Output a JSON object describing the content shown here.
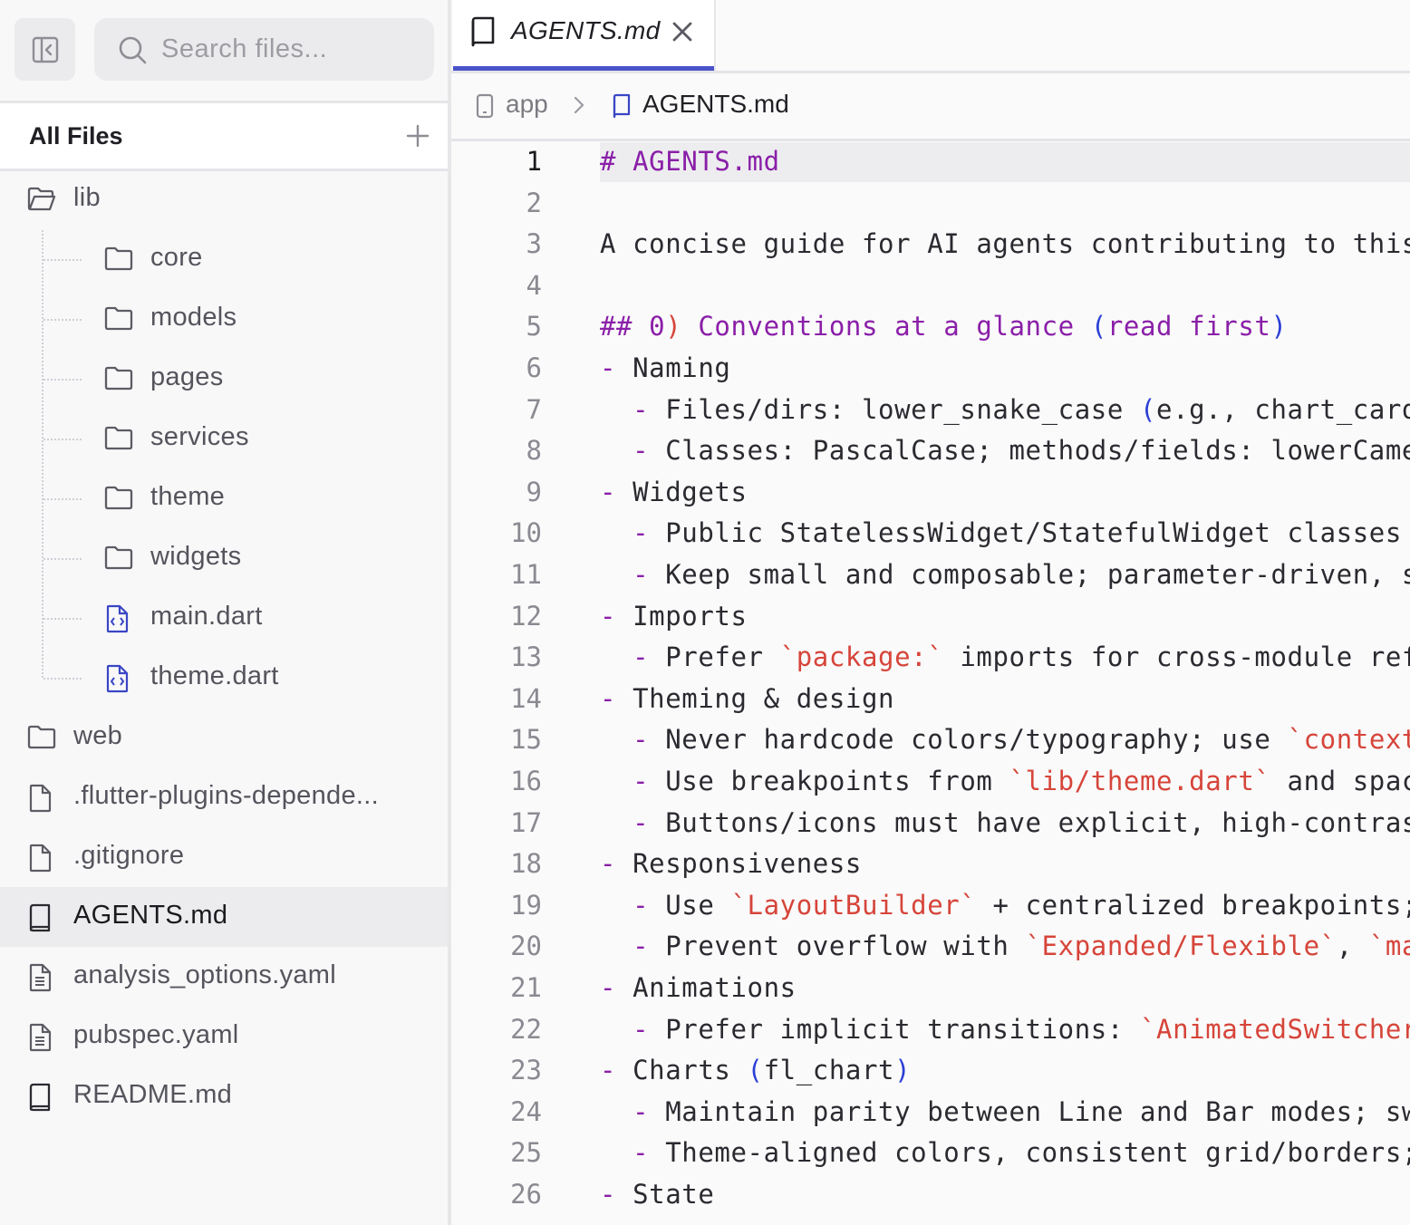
{
  "sidebar": {
    "search_placeholder": "Search files...",
    "section_title": "All Files",
    "tree": [
      {
        "label": "lib",
        "icon": "folder-open-icon",
        "level": 0
      },
      {
        "label": "core",
        "icon": "folder-icon",
        "level": 1
      },
      {
        "label": "models",
        "icon": "folder-icon",
        "level": 1
      },
      {
        "label": "pages",
        "icon": "folder-icon",
        "level": 1
      },
      {
        "label": "services",
        "icon": "folder-icon",
        "level": 1
      },
      {
        "label": "theme",
        "icon": "folder-icon",
        "level": 1
      },
      {
        "label": "widgets",
        "icon": "folder-icon",
        "level": 1
      },
      {
        "label": "main.dart",
        "icon": "code-file-icon",
        "level": 1
      },
      {
        "label": "theme.dart",
        "icon": "code-file-icon",
        "level": 1
      },
      {
        "label": "web",
        "icon": "folder-icon",
        "level": 0
      },
      {
        "label": ".flutter-plugins-depende...",
        "icon": "file-icon",
        "level": 0
      },
      {
        "label": ".gitignore",
        "icon": "file-icon",
        "level": 0
      },
      {
        "label": "AGENTS.md",
        "icon": "book-icon",
        "level": 0,
        "active": true
      },
      {
        "label": "analysis_options.yaml",
        "icon": "text-file-icon",
        "level": 0
      },
      {
        "label": "pubspec.yaml",
        "icon": "text-file-icon",
        "level": 0
      },
      {
        "label": "README.md",
        "icon": "book-icon",
        "level": 0
      }
    ]
  },
  "tab": {
    "title": "AGENTS.md"
  },
  "breadcrumb": {
    "folder": "app",
    "file": "AGENTS.md"
  },
  "colors": {
    "accent": "#4a53c9",
    "heading": "#8a1fa8",
    "paren": "#2b3fd6",
    "code": "#d6453a"
  },
  "editor": {
    "current_line": 1,
    "lines": [
      {
        "n": "1",
        "parts": [
          {
            "t": "# AGENTS.md",
            "c": "h"
          }
        ]
      },
      {
        "n": "2",
        "parts": []
      },
      {
        "n": "3",
        "parts": [
          {
            "t": "A concise guide for AI agents contributing to this"
          }
        ]
      },
      {
        "n": "4",
        "parts": []
      },
      {
        "n": "5",
        "parts": [
          {
            "t": "## 0",
            "c": "h"
          },
          {
            "t": ")",
            "c": "c"
          },
          {
            "t": " Conventions at a glance ",
            "c": "h"
          },
          {
            "t": "(",
            "c": "p"
          },
          {
            "t": "read first",
            "c": "h"
          },
          {
            "t": ")",
            "c": "p"
          }
        ]
      },
      {
        "n": "6",
        "parts": [
          {
            "t": "-",
            "c": "m"
          },
          {
            "t": " Naming"
          }
        ]
      },
      {
        "n": "7",
        "parts": [
          {
            "t": "  "
          },
          {
            "t": "-",
            "c": "m"
          },
          {
            "t": " Files/dirs: lower_snake_case "
          },
          {
            "t": "(",
            "c": "p"
          },
          {
            "t": "e.g., chart_card"
          }
        ]
      },
      {
        "n": "8",
        "parts": [
          {
            "t": "  "
          },
          {
            "t": "-",
            "c": "m"
          },
          {
            "t": " Classes: PascalCase; methods/fields: lowerCamel"
          }
        ]
      },
      {
        "n": "9",
        "parts": [
          {
            "t": "-",
            "c": "m"
          },
          {
            "t": " Widgets"
          }
        ]
      },
      {
        "n": "10",
        "parts": [
          {
            "t": "  "
          },
          {
            "t": "-",
            "c": "m"
          },
          {
            "t": " Public StatelessWidget/StatefulWidget classes"
          }
        ]
      },
      {
        "n": "11",
        "parts": [
          {
            "t": "  "
          },
          {
            "t": "-",
            "c": "m"
          },
          {
            "t": " Keep small and composable; parameter-driven, s"
          }
        ]
      },
      {
        "n": "12",
        "parts": [
          {
            "t": "-",
            "c": "m"
          },
          {
            "t": " Imports"
          }
        ]
      },
      {
        "n": "13",
        "parts": [
          {
            "t": "  "
          },
          {
            "t": "-",
            "c": "m"
          },
          {
            "t": " Prefer "
          },
          {
            "t": "`package:`",
            "c": "c"
          },
          {
            "t": " imports for cross-module ref"
          }
        ]
      },
      {
        "n": "14",
        "parts": [
          {
            "t": "-",
            "c": "m"
          },
          {
            "t": " Theming & design"
          }
        ]
      },
      {
        "n": "15",
        "parts": [
          {
            "t": "  "
          },
          {
            "t": "-",
            "c": "m"
          },
          {
            "t": " Never hardcode colors/typography; use "
          },
          {
            "t": "`context",
            "c": "c"
          }
        ]
      },
      {
        "n": "16",
        "parts": [
          {
            "t": "  "
          },
          {
            "t": "-",
            "c": "m"
          },
          {
            "t": " Use breakpoints from "
          },
          {
            "t": "`lib/theme.dart`",
            "c": "c"
          },
          {
            "t": " and spac"
          }
        ]
      },
      {
        "n": "17",
        "parts": [
          {
            "t": "  "
          },
          {
            "t": "-",
            "c": "m"
          },
          {
            "t": " Buttons/icons must have explicit, high-contras"
          }
        ]
      },
      {
        "n": "18",
        "parts": [
          {
            "t": "-",
            "c": "m"
          },
          {
            "t": " Responsiveness"
          }
        ]
      },
      {
        "n": "19",
        "parts": [
          {
            "t": "  "
          },
          {
            "t": "-",
            "c": "m"
          },
          {
            "t": " Use "
          },
          {
            "t": "`LayoutBuilder`",
            "c": "c"
          },
          {
            "t": " + centralized breakpoints;"
          }
        ]
      },
      {
        "n": "20",
        "parts": [
          {
            "t": "  "
          },
          {
            "t": "-",
            "c": "m"
          },
          {
            "t": " Prevent overflow with "
          },
          {
            "t": "`Expanded/Flexible`",
            "c": "c"
          },
          {
            "t": ", "
          },
          {
            "t": "`max",
            "c": "c"
          }
        ]
      },
      {
        "n": "21",
        "parts": [
          {
            "t": "-",
            "c": "m"
          },
          {
            "t": " Animations"
          }
        ]
      },
      {
        "n": "22",
        "parts": [
          {
            "t": "  "
          },
          {
            "t": "-",
            "c": "m"
          },
          {
            "t": " Prefer implicit transitions: "
          },
          {
            "t": "`AnimatedSwitcher",
            "c": "c"
          }
        ]
      },
      {
        "n": "23",
        "parts": [
          {
            "t": "-",
            "c": "m"
          },
          {
            "t": " Charts "
          },
          {
            "t": "(",
            "c": "p"
          },
          {
            "t": "fl_chart"
          },
          {
            "t": ")",
            "c": "p"
          }
        ]
      },
      {
        "n": "24",
        "parts": [
          {
            "t": "  "
          },
          {
            "t": "-",
            "c": "m"
          },
          {
            "t": " Maintain parity between Line and Bar modes; sw"
          }
        ]
      },
      {
        "n": "25",
        "parts": [
          {
            "t": "  "
          },
          {
            "t": "-",
            "c": "m"
          },
          {
            "t": " Theme-aligned colors, consistent grid/borders;"
          }
        ]
      },
      {
        "n": "26",
        "parts": [
          {
            "t": "-",
            "c": "m"
          },
          {
            "t": " State"
          }
        ]
      }
    ]
  }
}
